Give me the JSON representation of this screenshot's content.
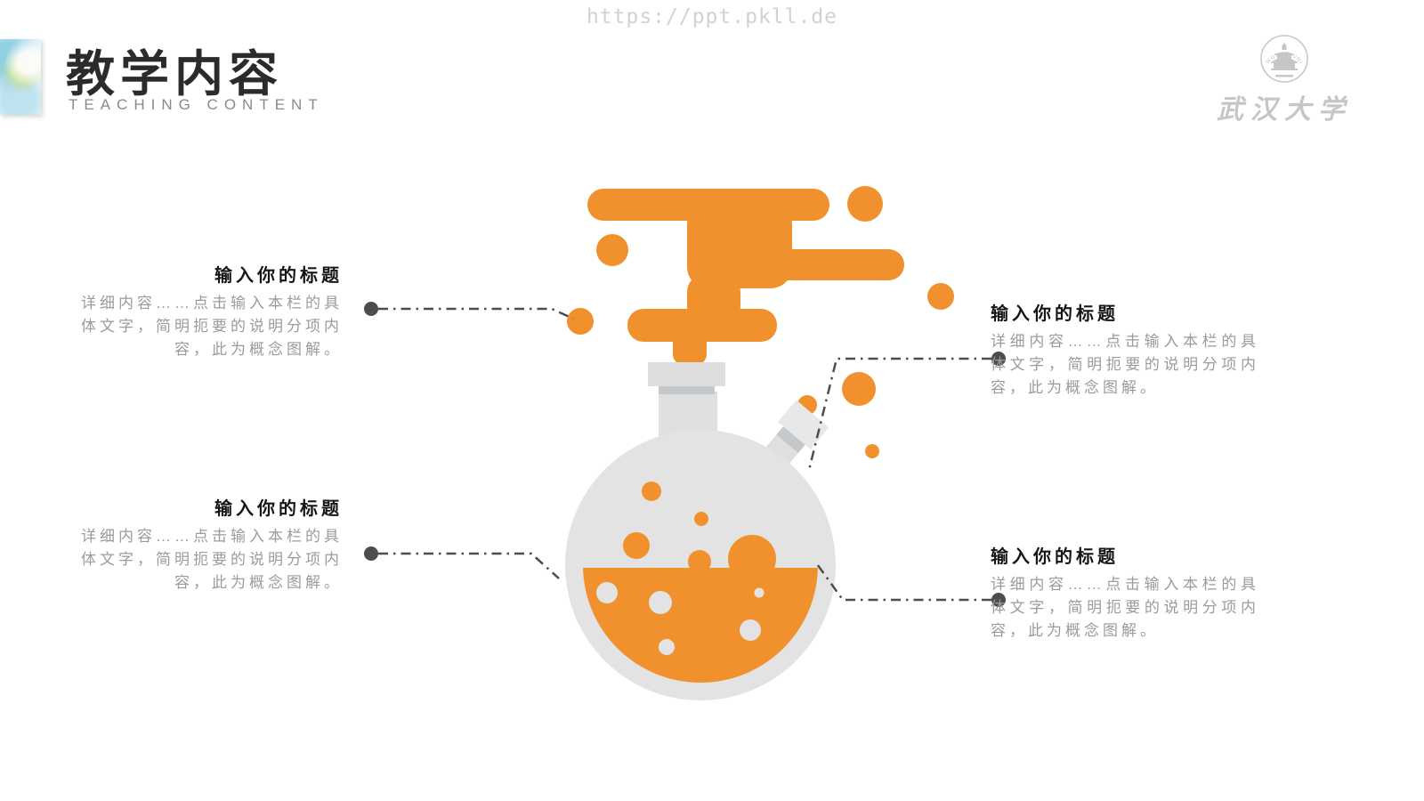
{
  "watermark": "https://ppt.pkll.de",
  "header": {
    "title": "教学内容",
    "subtitle": "TEACHING CONTENT"
  },
  "university_logo": {
    "arc_text": "WUHAN UNIVERSITY",
    "name_text": "武汉大学"
  },
  "callouts": [
    {
      "position": "top-left",
      "title": "输入你的标题",
      "body": "详细内容……点击输入本栏的具体文字，简明扼要的说明分项内容，此为概念图解。"
    },
    {
      "position": "top-right",
      "title": "输入你的标题",
      "body": "详细内容……点击输入本栏的具体文字，简明扼要的说明分项内容，此为概念图解。"
    },
    {
      "position": "bottom-left",
      "title": "输入你的标题",
      "body": "详细内容……点击输入本栏的具体文字，简明扼要的说明分项内容，此为概念图解。"
    },
    {
      "position": "bottom-right",
      "title": "输入你的标题",
      "body": "详细内容……点击输入本栏的具体文字，简明扼要的说明分项内容，此为概念图解。"
    }
  ],
  "colors": {
    "accent_orange": "#F0912D",
    "flask_gray": "#E3E3E3",
    "flask_gray_dark": "#C5C8CA",
    "connector_gray": "#4D4D4D",
    "title_text": "#2B2B2B",
    "body_text": "#9B9B9B",
    "watermark_gray": "#D2D2D2",
    "logo_gray": "#C8C8C8"
  }
}
